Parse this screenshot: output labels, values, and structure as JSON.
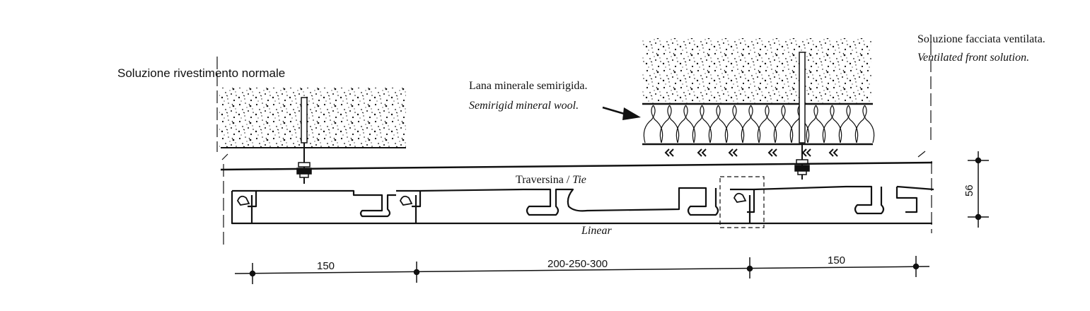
{
  "labels": {
    "normal_solution": "Soluzione rivestimento normale",
    "ventilated_it": "Soluzione facciata ventilata.",
    "ventilated_en": "Ventilated front solution.",
    "wool_it": "Lana minerale semirigida.",
    "wool_en": "Semirigid mineral wool.",
    "tie_it": "Traversina / ",
    "tie_en": "Tie",
    "linear": "Linear"
  },
  "dimensions": {
    "left": "150",
    "middle": "200-250-300",
    "right": "150",
    "height": "56"
  },
  "colors": {
    "ink": "#111111",
    "paper": "#ffffff"
  }
}
